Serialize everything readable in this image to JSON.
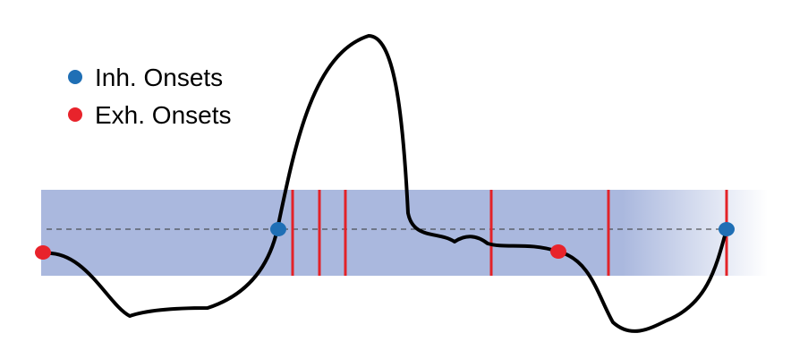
{
  "legend": {
    "inhale_label": "Inh. Onsets",
    "exhale_label": "Exh. Onsets"
  },
  "colors": {
    "band": "#aab8de",
    "inhale": "#1f6fb5",
    "exhale": "#e8232b",
    "marker_lines": "#e32228",
    "signal": "#000000",
    "baseline": "#333333"
  },
  "markers": {
    "inhale_onset_count": 2,
    "exhale_onset_count": 2,
    "red_marker_line_count": 6
  }
}
